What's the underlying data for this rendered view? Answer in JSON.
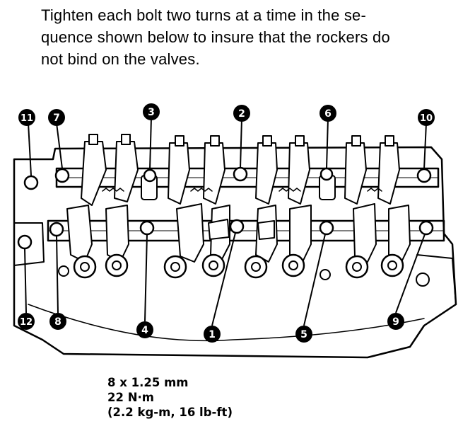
{
  "instructions": {
    "line1": "Tighten each bolt two turns at a time in the se-",
    "line2": "quence shown below to insure that the rockers do",
    "line3": "not bind on the valves."
  },
  "callouts": [
    "11",
    "7",
    "3",
    "2",
    "6",
    "10",
    "12",
    "8",
    "4",
    "1",
    "5",
    "9"
  ],
  "spec": {
    "size": "8 x 1.25 mm",
    "torque": "22 N·m",
    "alt_torque": "(2.2 kg-m, 16 lb-ft)"
  }
}
